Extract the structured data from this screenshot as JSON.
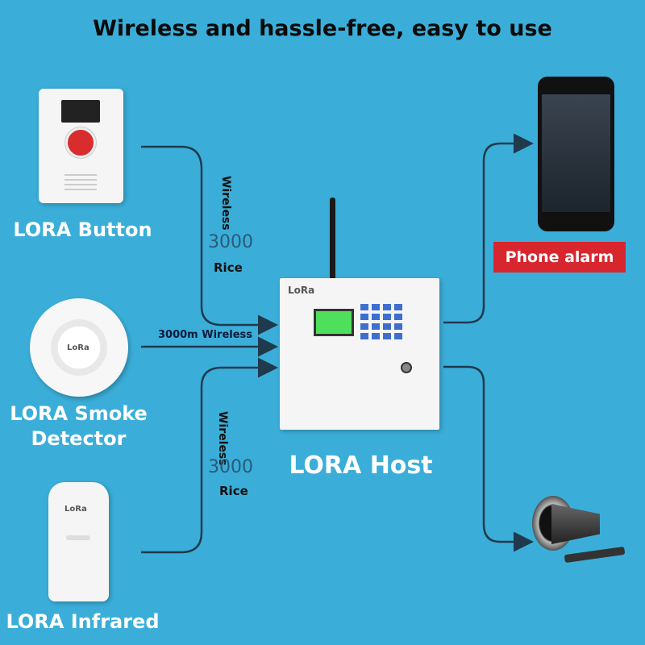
{
  "title": "Wireless and hassle-free, easy to use",
  "devices": {
    "button": "LORA Button",
    "smoke_line1": "LORA Smoke",
    "smoke_line2": "Detector",
    "infrared": "LORA Infrared",
    "host": "LORA Host",
    "phone": "Phone alarm"
  },
  "links": {
    "top": {
      "wireless": "Wireless",
      "distance": "3000",
      "unit": "Rice"
    },
    "middle": "3000m Wireless",
    "bottom": {
      "wireless": "Wireless",
      "distance": "3000",
      "unit": "Rice"
    }
  },
  "logo_text": "LoRa",
  "colors": {
    "background": "#3aaed9",
    "phone_badge": "#d8262e",
    "arrow": "#1f3a4d"
  }
}
